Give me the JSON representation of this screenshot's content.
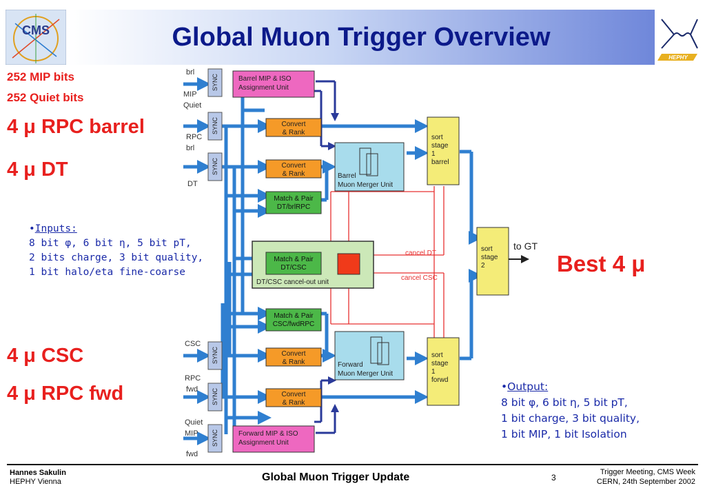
{
  "title": "Global Muon Trigger Overview",
  "left_labels": {
    "mip_bits": "252 MIP bits",
    "quiet_bits": "252 Quiet bits",
    "rpc_barrel": "4 μ RPC barrel",
    "dt": "4 μ DT",
    "csc": "4 μ CSC",
    "rpc_fwd": "4 μ RPC fwd"
  },
  "inputs_note": {
    "bullet": "•",
    "heading": "Inputs:",
    "line1": "8 bit φ, 6 bit η, 5 bit pT,",
    "line2": "2 bits charge, 3 bit quality,",
    "line3": "1 bit halo/eta fine-coarse"
  },
  "output_note": {
    "bullet": "•",
    "heading": "Output:",
    "line1": "8 bit φ, 6 bit η, 5 bit pT,",
    "line2": "1 bit charge, 3 bit quality,",
    "line3": "1 bit MIP, 1 bit Isolation"
  },
  "best_label": "Best 4 μ",
  "diagram": {
    "inputs": [
      "brl",
      "MIP",
      "Quiet",
      "RPC",
      "brl",
      "DT",
      "CSC",
      "RPC",
      "fwd",
      "Quiet",
      "MIP",
      "fwd"
    ],
    "sync_label": "SYNC",
    "blocks": {
      "barrel_mip": [
        "Barrel MIP & ISO",
        "Assignment Unit"
      ],
      "convert1": [
        "Convert",
        "& Rank"
      ],
      "convert2": [
        "Convert",
        "& Rank"
      ],
      "match_brl": [
        "Match & Pair",
        "DT/brlRPC"
      ],
      "match_dtcsc": [
        "Match & Pair",
        "DT/CSC"
      ],
      "cancel_unit": "DT/CSC cancel-out unit",
      "match_fwd": [
        "Match & Pair",
        "CSC/fwdRPC"
      ],
      "convert3": [
        "Convert",
        "& Rank"
      ],
      "convert4": [
        "Convert",
        "& Rank"
      ],
      "fwd_mip": [
        "Forward MIP & ISO",
        "Assignment Unit"
      ],
      "barrel_merger": [
        "Barrel",
        "Muon Merger Unit"
      ],
      "forward_merger": [
        "Forward",
        "Muon Merger Unit"
      ],
      "sort1_barrel": [
        "sort",
        "stage",
        "1",
        "barrel"
      ],
      "sort1_fwd": [
        "sort",
        "stage",
        "1",
        "forwd"
      ],
      "sort2": [
        "sort",
        "stage",
        "2"
      ]
    },
    "cancel_dt": "cancel DT",
    "cancel_csc": "cancel CSC",
    "to_gt": "to GT"
  },
  "logos": {
    "cms": "CMS",
    "hephy": "HEPHY"
  },
  "footer": {
    "author": "Hannes Sakulin",
    "institute": "HEPHY Vienna",
    "center": "Global Muon Trigger Update",
    "page": "3",
    "meeting": "Trigger Meeting, CMS Week",
    "place_date": "CERN, 24th September 2002"
  },
  "colors": {
    "title": "#0c1a8a",
    "label_red": "#e8201e",
    "note_blue": "#1a2aa8",
    "bus_blue": "#2f7fd0",
    "mip_pink": "#ee68c0",
    "convert_orange": "#f59a28",
    "match_green": "#4cb848",
    "merger_cyan": "#a8dcec",
    "sort_yellow": "#f4ec78"
  }
}
